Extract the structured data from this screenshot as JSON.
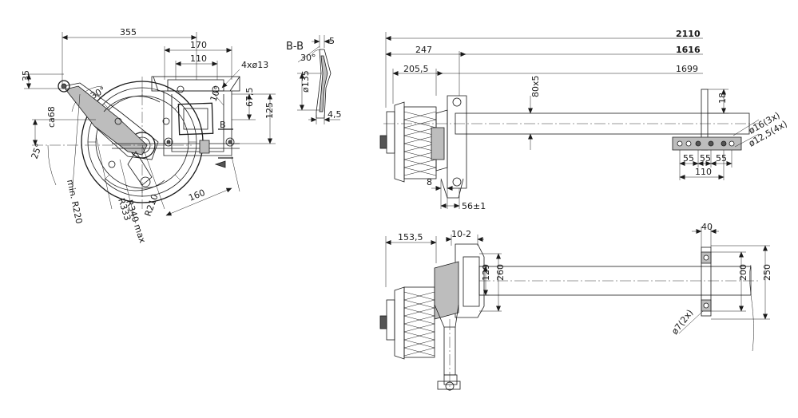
{
  "side_view": {
    "d355": "355",
    "d170": "170",
    "d110": "110",
    "holes": "4xø13",
    "d35": "35",
    "a130": "130°",
    "a10": "10°",
    "d67_5": "67,5",
    "d125": "125",
    "section_mark": "B",
    "ca_label": "ca68",
    "a25": "25°",
    "d160": "160",
    "min_r220": "min. R220",
    "r333": "R333",
    "r340": "R340 max",
    "r210": "R210"
  },
  "section_bb": {
    "title": "B-B",
    "a30": "30°",
    "d5": "5",
    "d135": "ø135",
    "d4_5": "4,5"
  },
  "front_view": {
    "d2110": "2110",
    "d1616": "1616",
    "d247": "247",
    "d205_5": "205,5",
    "d1699": "1699",
    "d80x5": "80x5",
    "d18": "18",
    "hole16": "ø16(3x)",
    "hole12_5": "ø12,5(4x)",
    "d55a": "55",
    "d55b": "55",
    "d55c": "55",
    "d110": "110",
    "d8": "8",
    "d56": "56±1"
  },
  "top_view": {
    "d153_5": "153,5",
    "d10_2": "10-2",
    "d40": "40",
    "d129": "129",
    "d260": "260",
    "d200": "200",
    "d250": "250",
    "hole7": "ø7(2x)"
  }
}
